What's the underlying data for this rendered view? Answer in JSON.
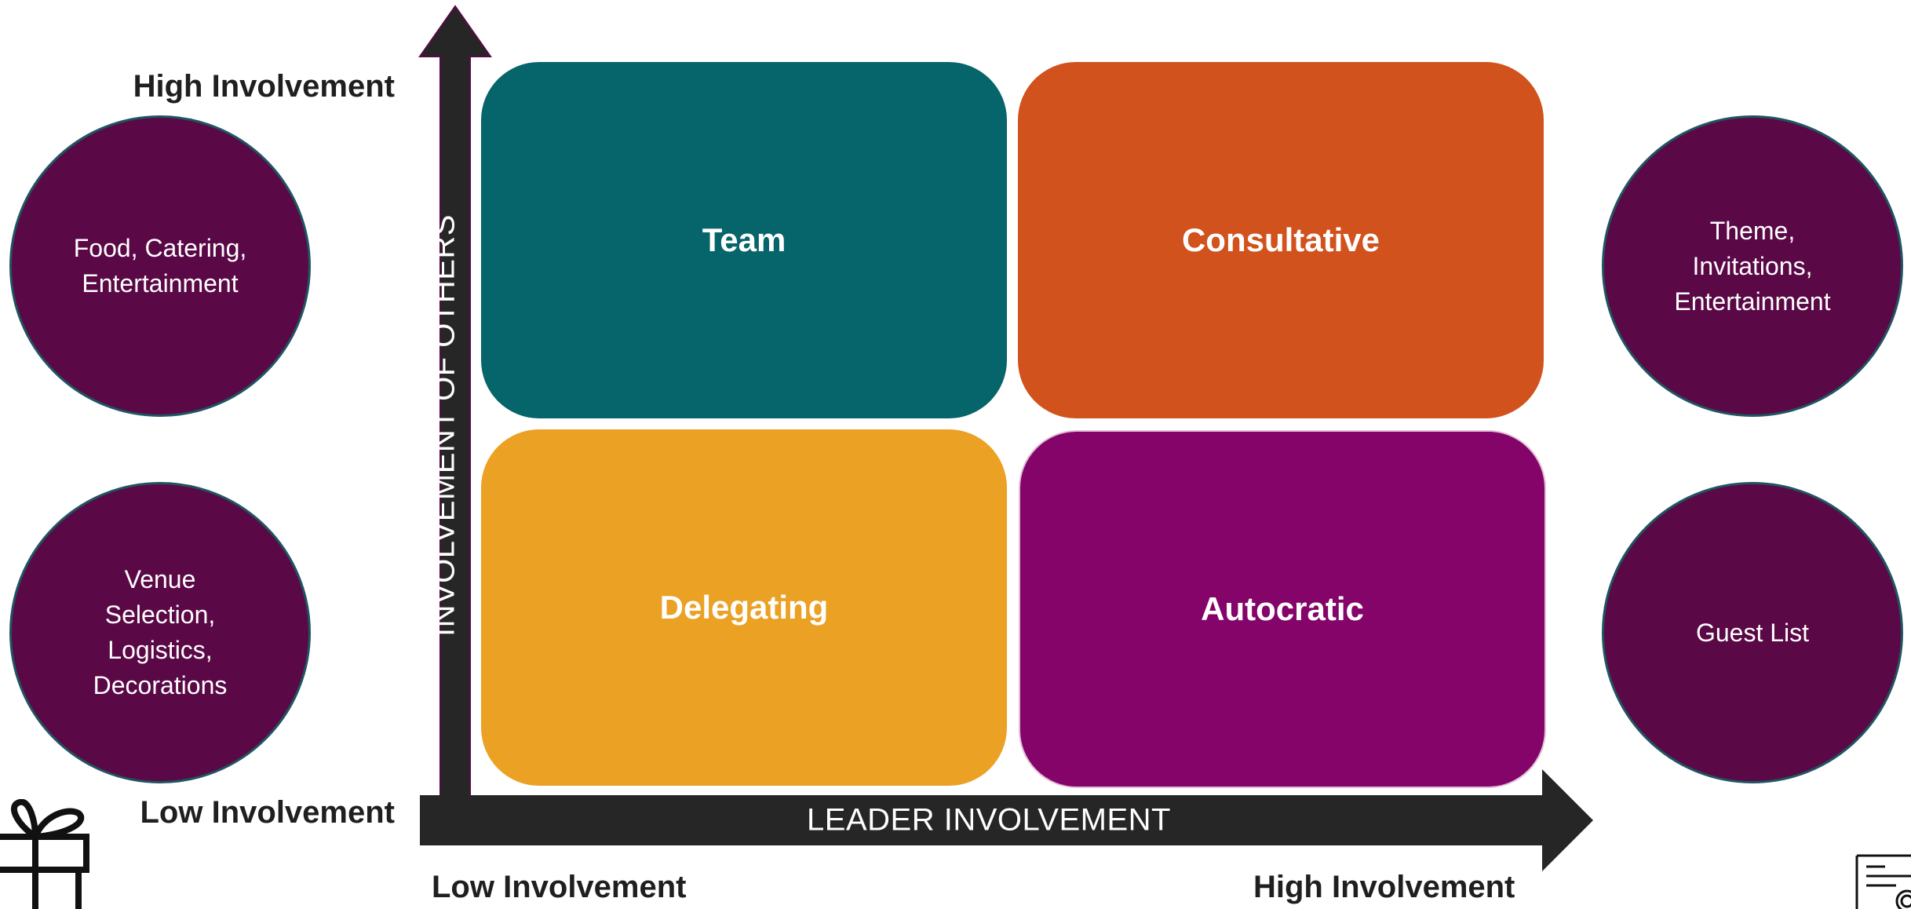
{
  "quadrants": {
    "team": {
      "label": "Team",
      "color": "#06646b"
    },
    "consultative": {
      "label": "Consultative",
      "color": "#d1521c"
    },
    "delegating": {
      "label": "Delegating",
      "color": "#eba124"
    },
    "autocratic": {
      "label": "Autocratic",
      "color": "#84046a"
    }
  },
  "axes": {
    "y_title": "INVOLVEMENT OF OTHERS",
    "x_title": "LEADER INVOLVEMENT",
    "y_high": "High Involvement",
    "y_low": "Low Involvement",
    "x_low": "Low Involvement",
    "x_high": "High Involvement",
    "arrow_color": "#262626"
  },
  "circles": {
    "left_top": "Food, Catering,\nEntertainment",
    "left_bottom": "Venue\nSelection,\nLogistics,\nDecorations",
    "right_top": "Theme,\nInvitations,\nEntertainment",
    "right_bottom": "Guest List",
    "color": "#5a0846"
  },
  "icons": {
    "bottom_left": "gift-icon",
    "bottom_right": "document-icon"
  }
}
